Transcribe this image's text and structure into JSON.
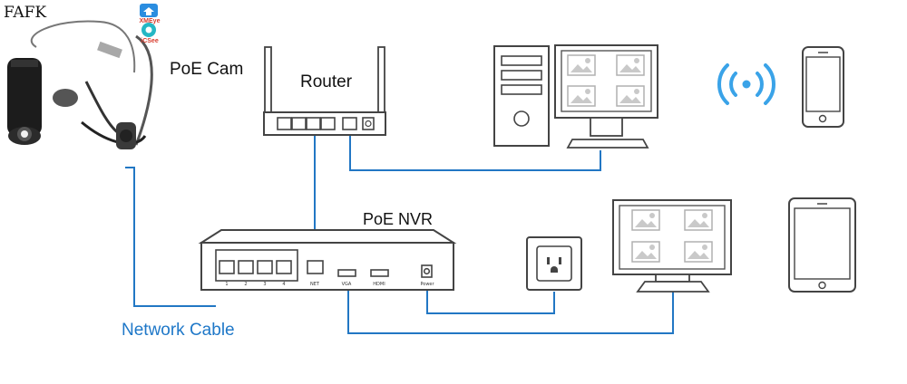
{
  "brand": {
    "text": "FAFK"
  },
  "apps": [
    {
      "name": "XMEye"
    },
    {
      "name": "iCSee"
    }
  ],
  "devices": {
    "poe_cam": {
      "label": "PoE Cam"
    },
    "router": {
      "label": "Router"
    },
    "nvr": {
      "label": "PoE NVR",
      "ports": [
        {
          "label": "1"
        },
        {
          "label": "2"
        },
        {
          "label": "3"
        },
        {
          "label": "4"
        },
        {
          "label": "NET"
        },
        {
          "label": "VGA"
        },
        {
          "label": "HDMI"
        },
        {
          "label": "Power"
        }
      ]
    }
  },
  "cable": {
    "label": "Network Cable"
  },
  "colors": {
    "cable": "#2277c4",
    "outline": "#444444",
    "wifi": "#3aa3e8",
    "accent_label": "#1f78c8"
  },
  "icons": [
    "camera-icon",
    "router-icon",
    "desktop-pc-icon",
    "monitor-icon",
    "wifi-icon",
    "phone-icon",
    "nvr-icon",
    "power-outlet-icon",
    "tablet-icon"
  ]
}
